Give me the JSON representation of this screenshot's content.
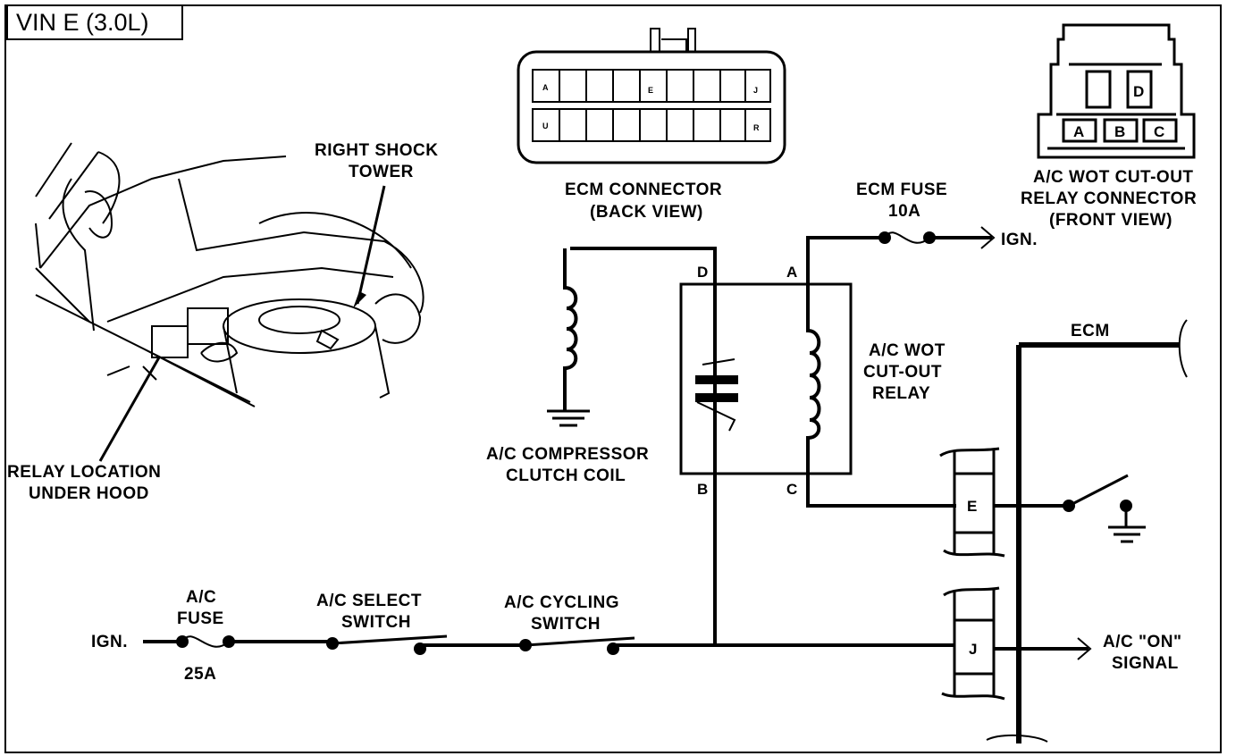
{
  "title": "VIN E (3.0L)",
  "engine_bay": {
    "shock_tower_label": [
      "RIGHT SHOCK",
      "TOWER"
    ],
    "relay_location_label": [
      "RELAY LOCATION",
      "UNDER HOOD"
    ]
  },
  "ecm_connector": {
    "label": [
      "ECM CONNECTOR",
      "(BACK VIEW)"
    ],
    "pins": [
      "A",
      "E",
      "J",
      "U",
      "R"
    ]
  },
  "relay_connector": {
    "label": [
      "A/C WOT CUT-OUT",
      "RELAY CONNECTOR",
      "(FRONT VIEW)"
    ],
    "pins": [
      "A",
      "B",
      "C",
      "D"
    ]
  },
  "ecm_fuse": {
    "label": "ECM FUSE",
    "rating": "10A",
    "feed": "IGN."
  },
  "relay": {
    "label": [
      "A/C WOT",
      "CUT-OUT",
      "RELAY"
    ],
    "terminals": [
      "D",
      "A",
      "B",
      "C"
    ]
  },
  "clutch_coil": {
    "label": [
      "A/C COMPRESSOR",
      "CLUTCH COIL"
    ]
  },
  "ecm": {
    "label": "ECM",
    "pins": [
      "E",
      "J"
    ]
  },
  "ac_fuse": {
    "label": [
      "A/C",
      "FUSE"
    ],
    "rating": "25A",
    "feed": "IGN."
  },
  "select_switch": {
    "label": [
      "A/C SELECT",
      "SWITCH"
    ]
  },
  "cycling_switch": {
    "label": [
      "A/C CYCLING",
      "SWITCH"
    ]
  },
  "ac_on_signal": {
    "label": [
      "A/C \"ON\"",
      "SIGNAL"
    ]
  }
}
